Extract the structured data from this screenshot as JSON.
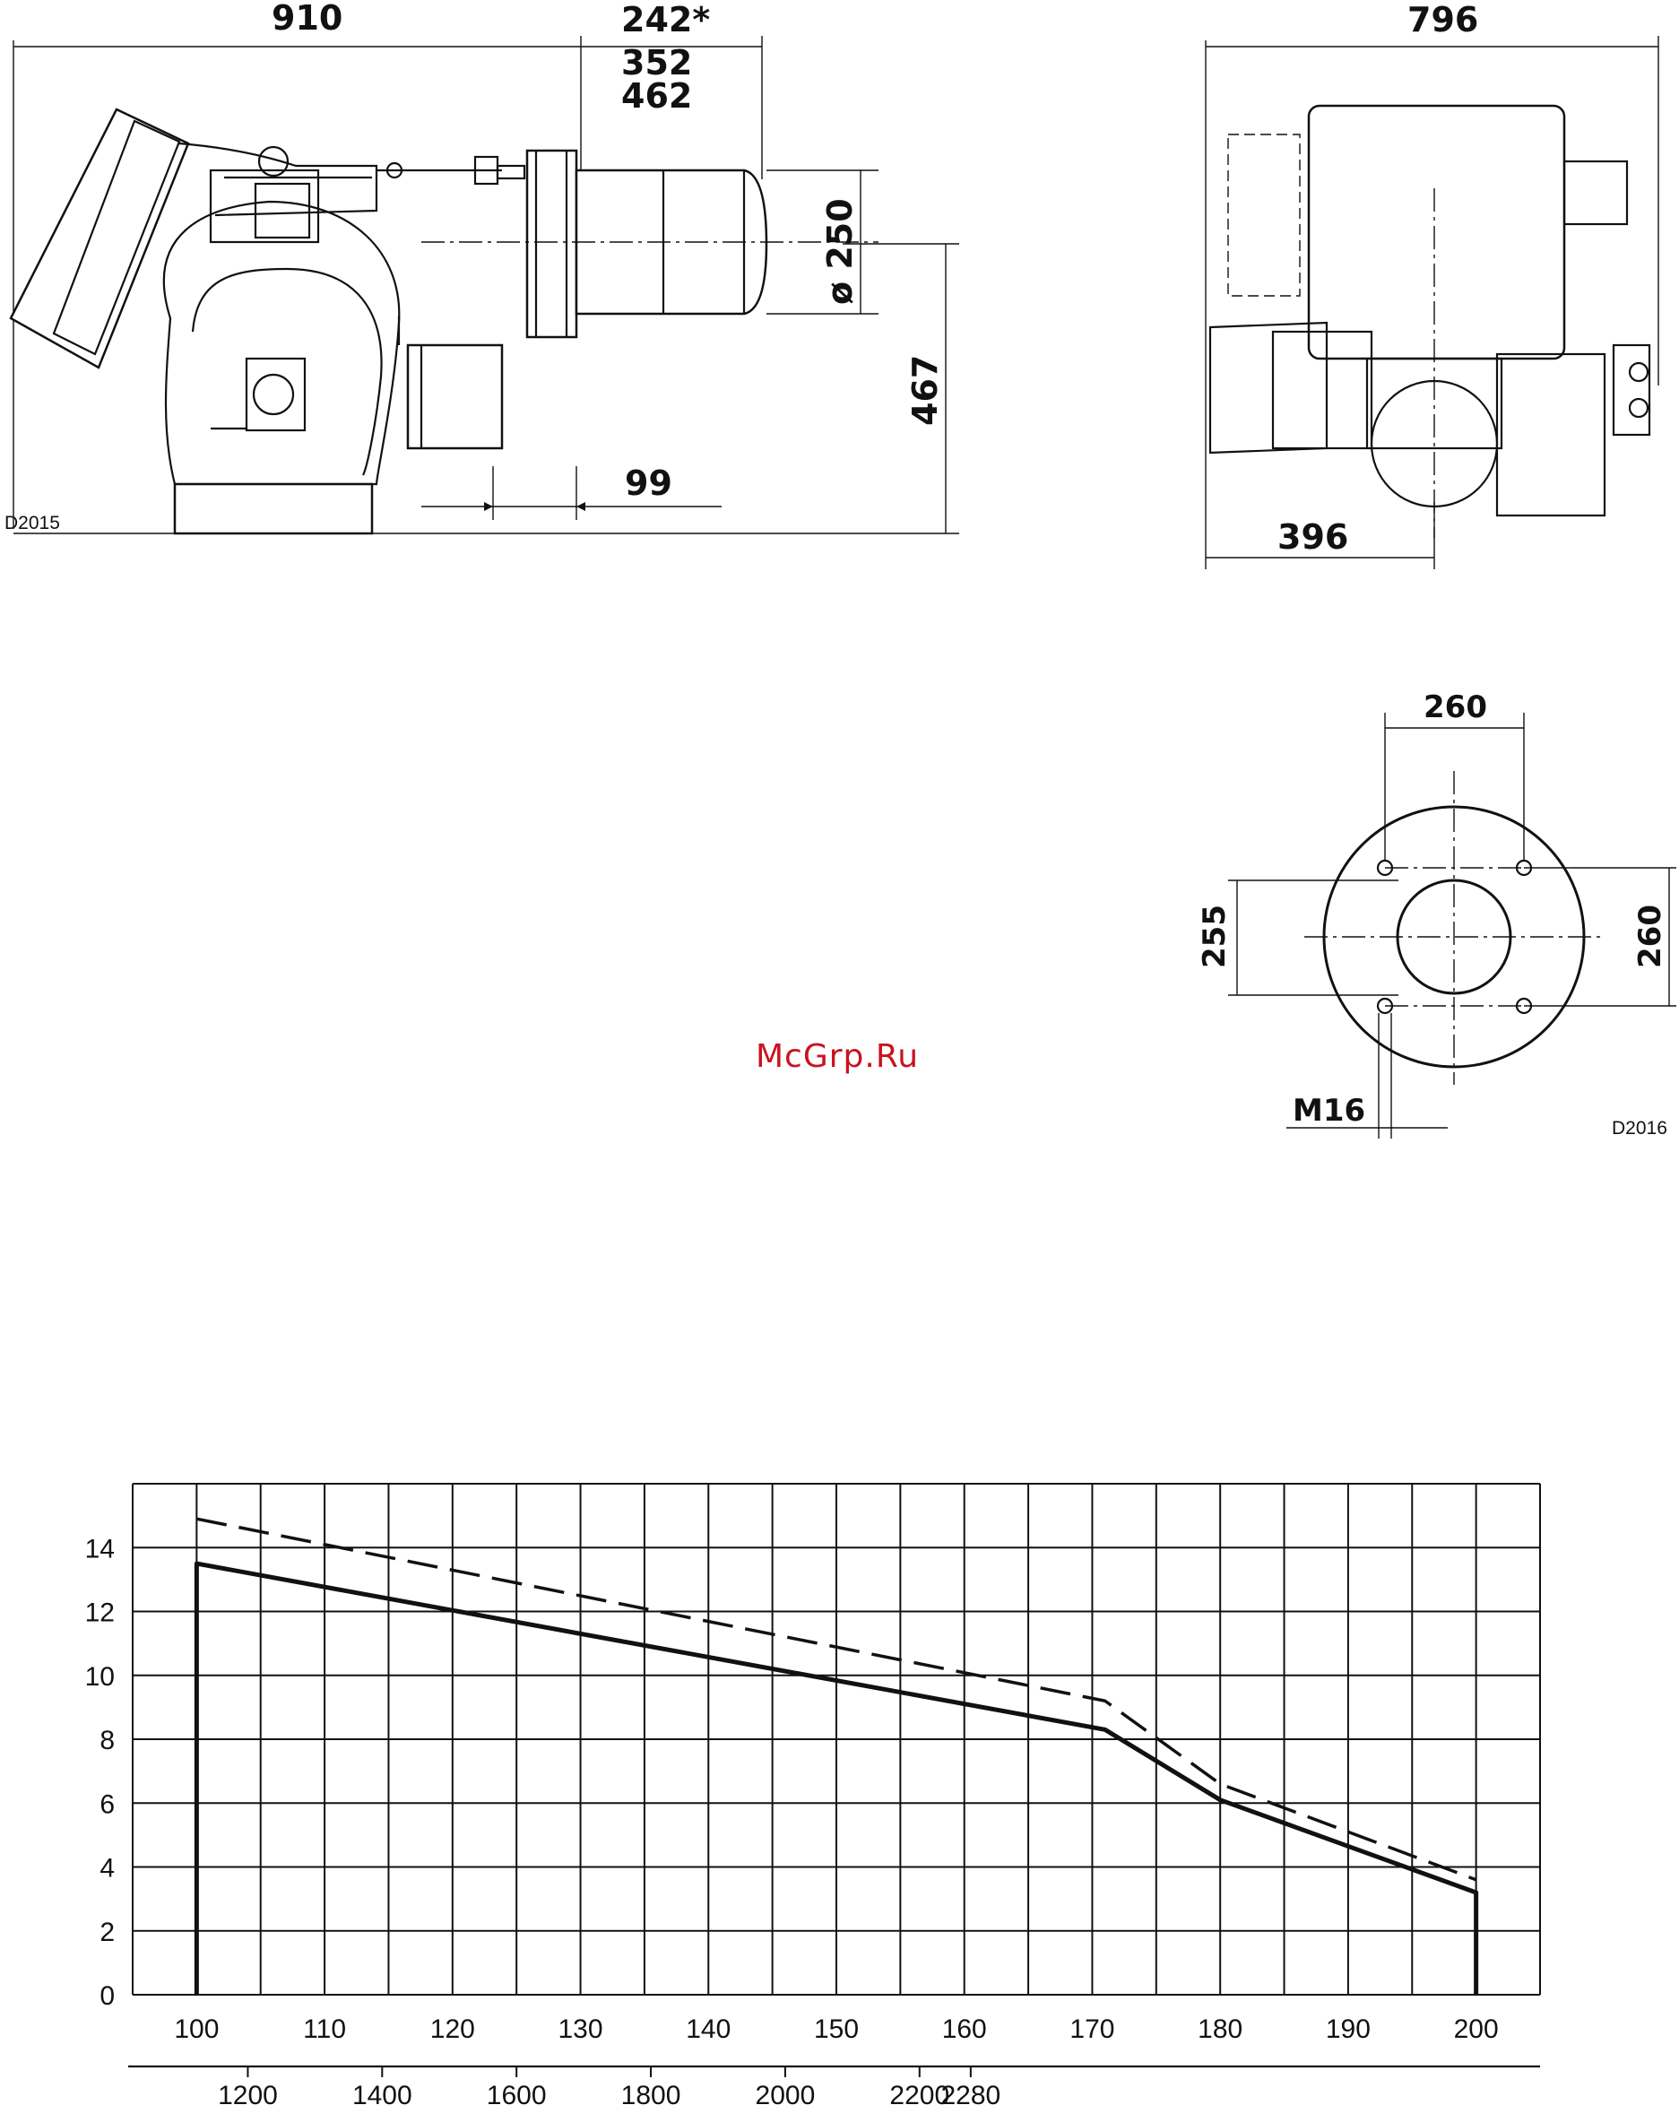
{
  "side_view": {
    "code": "D2015",
    "dim_overall_length": "910",
    "dim_head_lengths": [
      "242*",
      "352",
      "462"
    ],
    "dim_head_diameter": "ø 250",
    "dim_height": "467",
    "dim_flange": "99"
  },
  "front_view": {
    "dim_width": "796",
    "dim_axis_offset": "396"
  },
  "flange": {
    "code": "D2016",
    "dim_hole_spacing_x": "260",
    "dim_hole_spacing_y": "260",
    "dim_bore": "255",
    "thread": "M16"
  },
  "watermark": "McGrp.Ru",
  "chart_data": {
    "type": "line",
    "title": "",
    "xlabel": "",
    "ylabel": "",
    "ylim": [
      0,
      16
    ],
    "y_ticks": [
      0,
      2,
      4,
      6,
      8,
      10,
      12,
      14
    ],
    "x_primary": {
      "lim": [
        95,
        205
      ],
      "ticks": [
        100,
        110,
        120,
        130,
        140,
        150,
        160,
        170,
        180,
        190,
        200
      ]
    },
    "x_secondary": {
      "ticks": [
        1200,
        1400,
        1600,
        1800,
        2000,
        2200,
        2280
      ],
      "aligned_to_primary": [
        104,
        114.5,
        125,
        135.5,
        146,
        156.5,
        160.5
      ]
    },
    "grid": true,
    "series": [
      {
        "style": "solid",
        "x": [
          100,
          171,
          180,
          200
        ],
        "y": [
          13.5,
          8.3,
          6.1,
          3.2
        ],
        "closed_to_axis": true
      },
      {
        "style": "dashed",
        "x": [
          100,
          171,
          180,
          200
        ],
        "y": [
          14.9,
          9.2,
          6.6,
          3.6
        ],
        "closed_to_axis": false
      }
    ]
  }
}
